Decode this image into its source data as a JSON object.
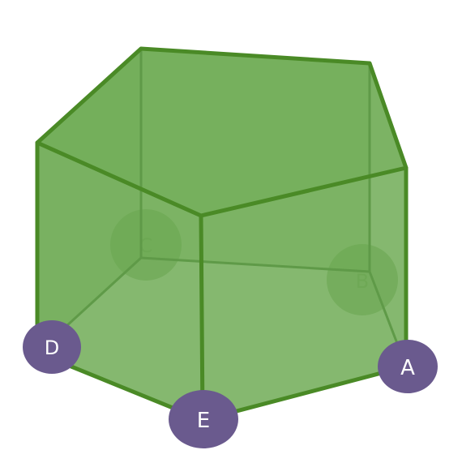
{
  "colors": {
    "face": "#6aa84f",
    "edge": "#4a8a26",
    "hidden_edge": "#5f9a48",
    "marker": "#6a5a8e",
    "marker_text": "#ffffff",
    "hidden_marker": "#5c9446",
    "hidden_marker_text": "#6f9d62"
  },
  "vertices": {
    "visible": [
      {
        "id": "D",
        "label": "D"
      },
      {
        "id": "E",
        "label": "E"
      },
      {
        "id": "A",
        "label": "A"
      }
    ],
    "hidden": [
      {
        "id": "C",
        "label": "C"
      },
      {
        "id": "B",
        "label": "B"
      }
    ]
  }
}
